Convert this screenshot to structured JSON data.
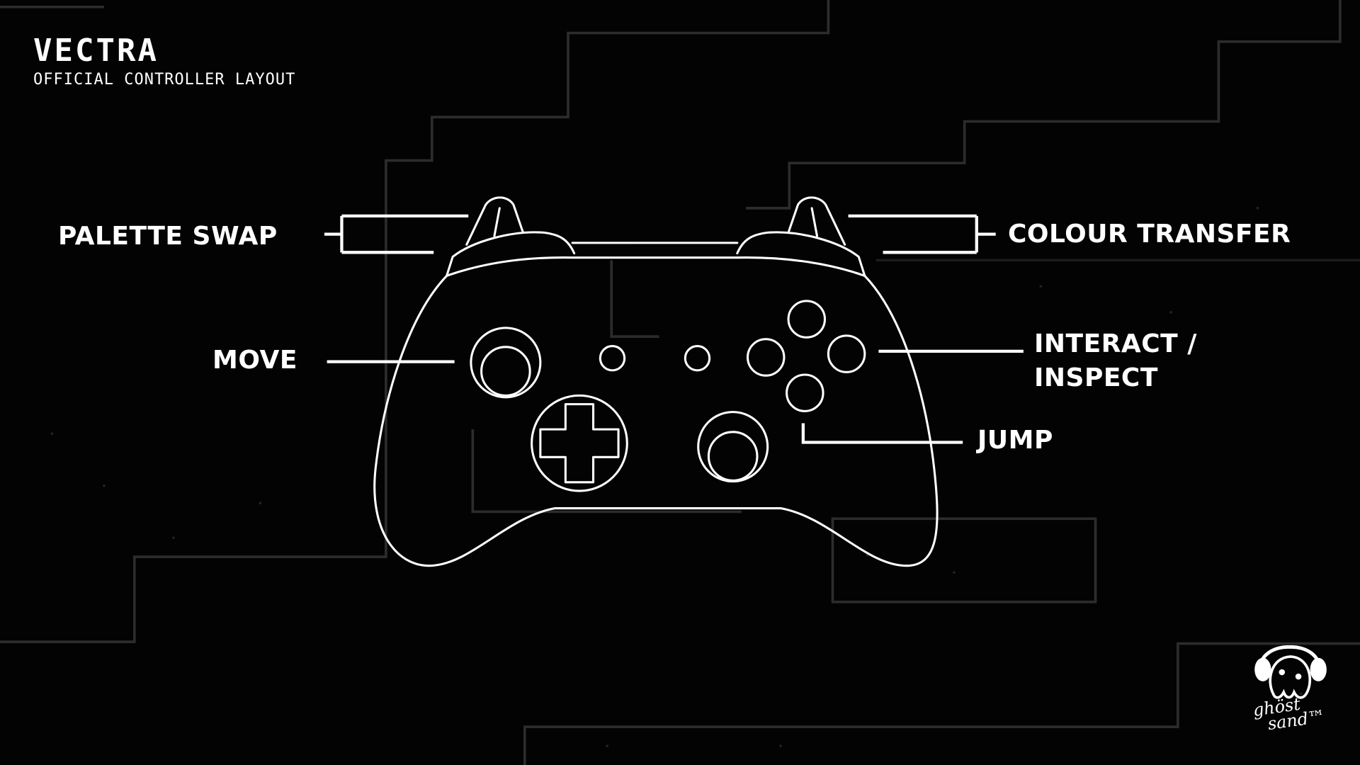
{
  "header": {
    "title": "VECTRA",
    "subtitle": "OFFICIAL CONTROLLER LAYOUT"
  },
  "labels": {
    "left_bumper": "PALETTE SWAP",
    "right_bumper": "COLOUR TRANSFER",
    "left_stick": "MOVE",
    "face_line1": "INTERACT /",
    "face_line2": "INSPECT",
    "bottom_button": "JUMP"
  },
  "logo": {
    "line1": "ghöst",
    "line2": "sand™"
  },
  "colors": {
    "background": "#030303",
    "foreground": "#ffffff",
    "level_lines": "#2c2c2c"
  }
}
